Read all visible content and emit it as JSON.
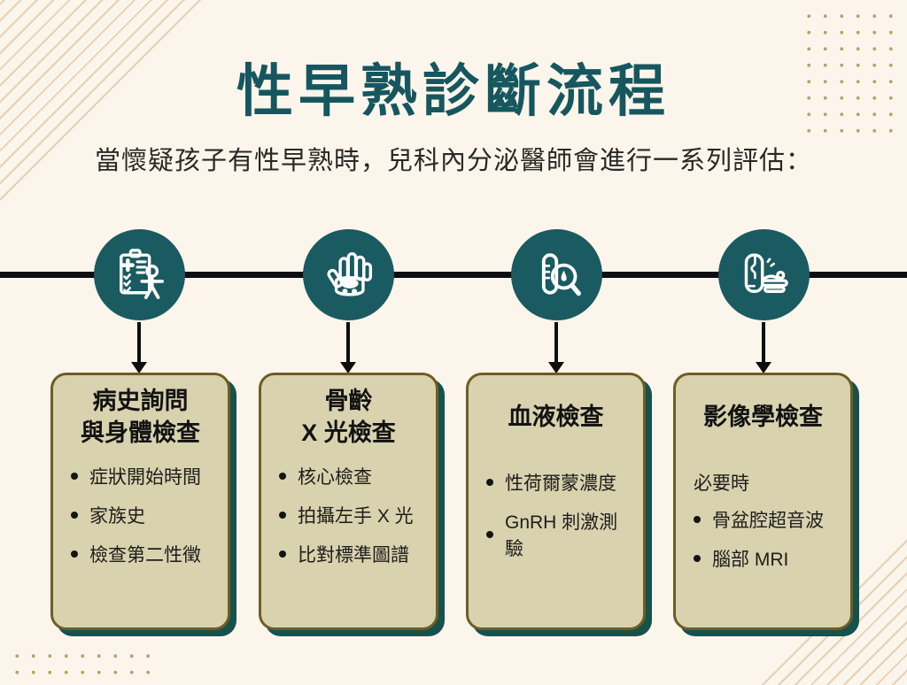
{
  "page": {
    "title": "性早熟診斷流程",
    "subtitle": "當懷疑孩子有性早熟時，兒科內分泌醫師會進行一系列評估："
  },
  "colors": {
    "background": "#FCF5EB",
    "teal_accent": "#16575F",
    "card_background": "#D9D2AE",
    "card_border": "#6E5D23",
    "card_shadow_teal": "#15524D",
    "timeline_black": "#0E0E0E",
    "dot_olive": "#B2A566",
    "stripe_tan": "#E3C3A2"
  },
  "steps": [
    {
      "icon": "clipboard-checklist-person-icon",
      "title_line1": "病史詢問",
      "title_line2": "與身體檢查",
      "bullets": [
        "症狀開始時間",
        "家族史",
        "檢查第二性徵"
      ]
    },
    {
      "icon": "xray-hand-icon",
      "title_line1": "骨齡",
      "title_line2": "X 光檢查",
      "bullets": [
        "核心檢查",
        "拍攝左手 X 光",
        "比對標準圖譜"
      ]
    },
    {
      "icon": "blood-test-magnifier-icon",
      "title_line1": "血液檢查",
      "bullets": [
        "性荷爾蒙濃度",
        "GnRH 刺激測驗"
      ]
    },
    {
      "icon": "mri-scanner-icon",
      "title_line1": "影像學檢查",
      "note": "必要時",
      "bullets": [
        "骨盆腔超音波",
        "腦部 MRI"
      ]
    }
  ]
}
